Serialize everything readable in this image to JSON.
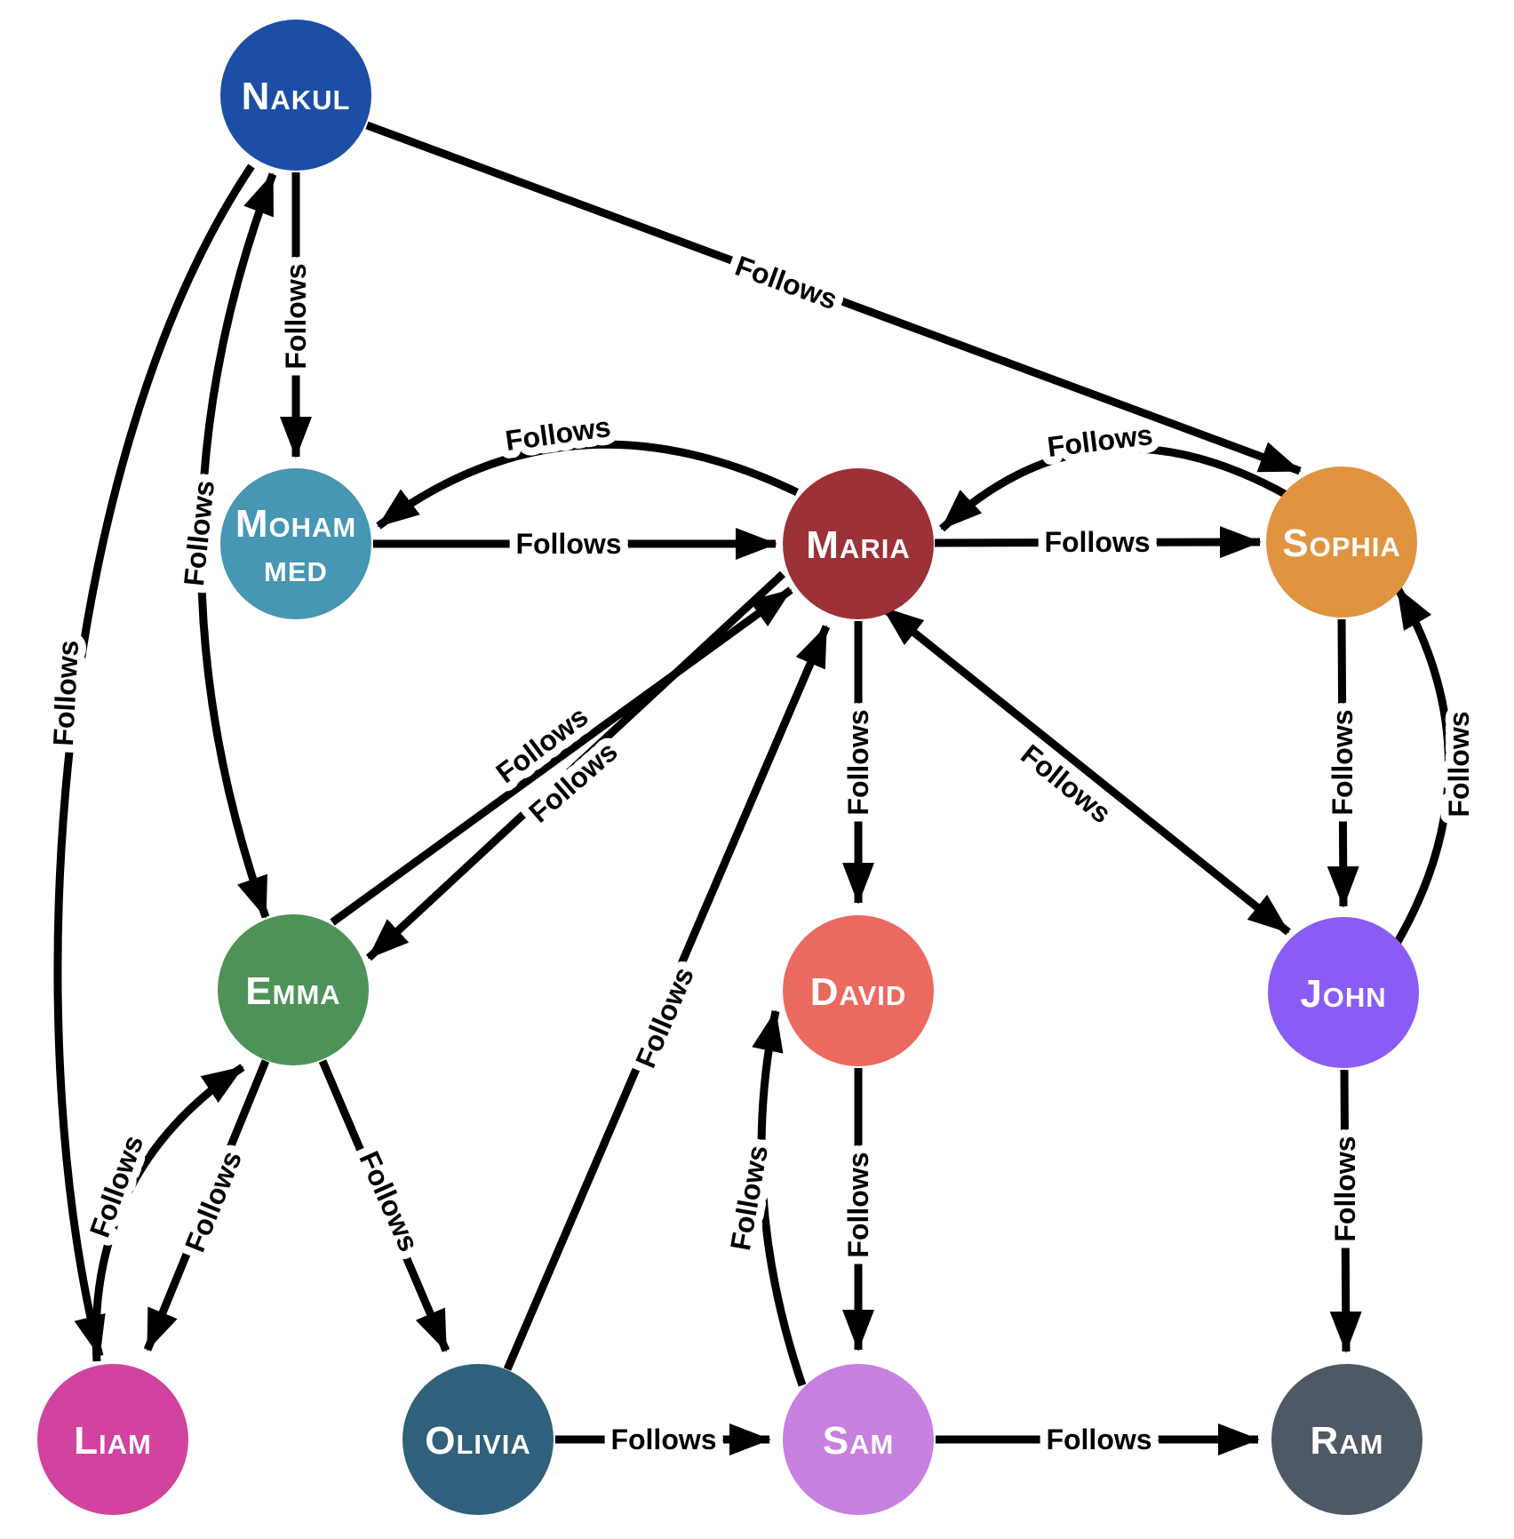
{
  "background_color": "#ffffff",
  "edge_color": "#000000",
  "nodes": [
    {
      "id": "nakul",
      "name": "Nakul",
      "color": "#1d4ea5",
      "lines": [
        "Nakul"
      ]
    },
    {
      "id": "mohammed",
      "name": "Mohammed",
      "color": "#4796b3",
      "lines": [
        "Moham",
        "med"
      ]
    },
    {
      "id": "maria",
      "name": "Maria",
      "color": "#9c3137",
      "lines": [
        "Maria"
      ]
    },
    {
      "id": "sophia",
      "name": "Sophia",
      "color": "#e09440",
      "lines": [
        "Sophia"
      ]
    },
    {
      "id": "emma",
      "name": "Emma",
      "color": "#4d9357",
      "lines": [
        "Emma"
      ]
    },
    {
      "id": "david",
      "name": "David",
      "color": "#ea6a60",
      "lines": [
        "David"
      ]
    },
    {
      "id": "john",
      "name": "John",
      "color": "#8a5cf5",
      "lines": [
        "John"
      ]
    },
    {
      "id": "liam",
      "name": "Liam",
      "color": "#d2429f",
      "lines": [
        "Liam"
      ]
    },
    {
      "id": "olivia",
      "name": "Olivia",
      "color": "#30607b",
      "lines": [
        "Olivia"
      ]
    },
    {
      "id": "sam",
      "name": "Sam",
      "color": "#c77fe0",
      "lines": [
        "Sam"
      ]
    },
    {
      "id": "ram",
      "name": "Ram",
      "color": "#4d5965",
      "lines": [
        "Ram"
      ]
    }
  ],
  "edges": [
    {
      "from": "Nakul",
      "to": "Mohammed",
      "label": "Follows",
      "bidirectional": false
    },
    {
      "from": "Nakul",
      "to": "Sophia",
      "label": "Follows",
      "bidirectional": false
    },
    {
      "from": "Emma",
      "to": "Nakul",
      "label": "Follows",
      "bidirectional": true
    },
    {
      "from": "Nakul",
      "to": "Liam",
      "label": "Follows",
      "bidirectional": false
    },
    {
      "from": "Maria",
      "to": "Mohammed",
      "label": "Follows",
      "bidirectional": false
    },
    {
      "from": "Mohammed",
      "to": "Maria",
      "label": "Follows",
      "bidirectional": false
    },
    {
      "from": "Sophia",
      "to": "Maria",
      "label": "Follows",
      "bidirectional": false
    },
    {
      "from": "Maria",
      "to": "Sophia",
      "label": "Follows",
      "bidirectional": false
    },
    {
      "from": "Maria",
      "to": "Emma",
      "label": "Follows",
      "bidirectional": false
    },
    {
      "from": "Emma",
      "to": "Maria",
      "label": "Follows",
      "bidirectional": false
    },
    {
      "from": "Maria",
      "to": "John",
      "label": "Follows",
      "bidirectional": true
    },
    {
      "from": "Maria",
      "to": "David",
      "label": "Follows",
      "bidirectional": false
    },
    {
      "from": "Olivia",
      "to": "Maria",
      "label": "Follows",
      "bidirectional": false
    },
    {
      "from": "Sophia",
      "to": "John",
      "label": "Follows",
      "bidirectional": false
    },
    {
      "from": "John",
      "to": "Sophia",
      "label": "Follows",
      "bidirectional": false
    },
    {
      "from": "John",
      "to": "Ram",
      "label": "Follows",
      "bidirectional": false
    },
    {
      "from": "Emma",
      "to": "Liam",
      "label": "Follows",
      "bidirectional": false
    },
    {
      "from": "Liam",
      "to": "Emma",
      "label": "Follows",
      "bidirectional": false
    },
    {
      "from": "Emma",
      "to": "Olivia",
      "label": "Follows",
      "bidirectional": false
    },
    {
      "from": "Olivia",
      "to": "Sam",
      "label": "Follows",
      "bidirectional": false
    },
    {
      "from": "Sam",
      "to": "Ram",
      "label": "Follows",
      "bidirectional": false
    },
    {
      "from": "David",
      "to": "Sam",
      "label": "Follows",
      "bidirectional": false
    },
    {
      "from": "Sam",
      "to": "David",
      "label": "Follows",
      "bidirectional": false
    }
  ]
}
